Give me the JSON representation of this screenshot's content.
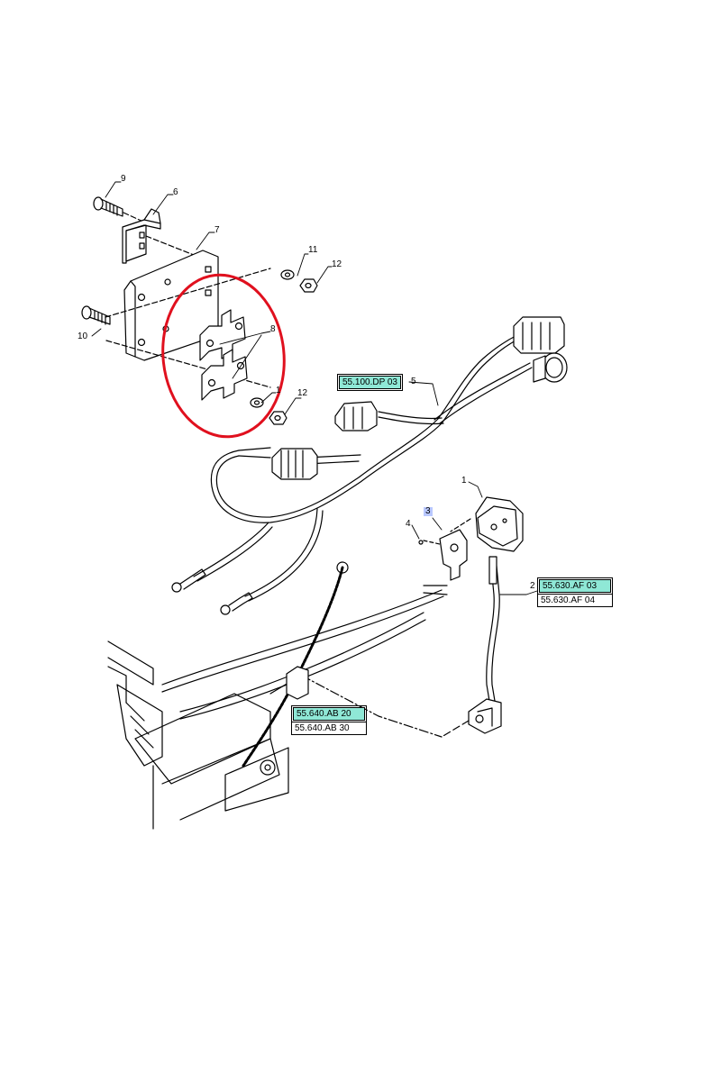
{
  "diagram": {
    "callouts": [
      "9",
      "6",
      "7",
      "11",
      "12",
      "10",
      "8",
      "1",
      "12",
      "5",
      "1",
      "3",
      "4",
      "2"
    ],
    "references": {
      "harness_ref": "55.100.DP 03",
      "bracket_ref_a": "55.630.AF 03",
      "bracket_ref_b": "55.630.AF 04",
      "frame_ref_a": "55.640.AB 20",
      "frame_ref_b": "55.640.AB 30"
    },
    "colors": {
      "highlight_ellipse": "#e0101e",
      "ref_highlight": "#8fe8d6",
      "callout_highlight": "#b9c8ff",
      "line": "#000000"
    }
  }
}
